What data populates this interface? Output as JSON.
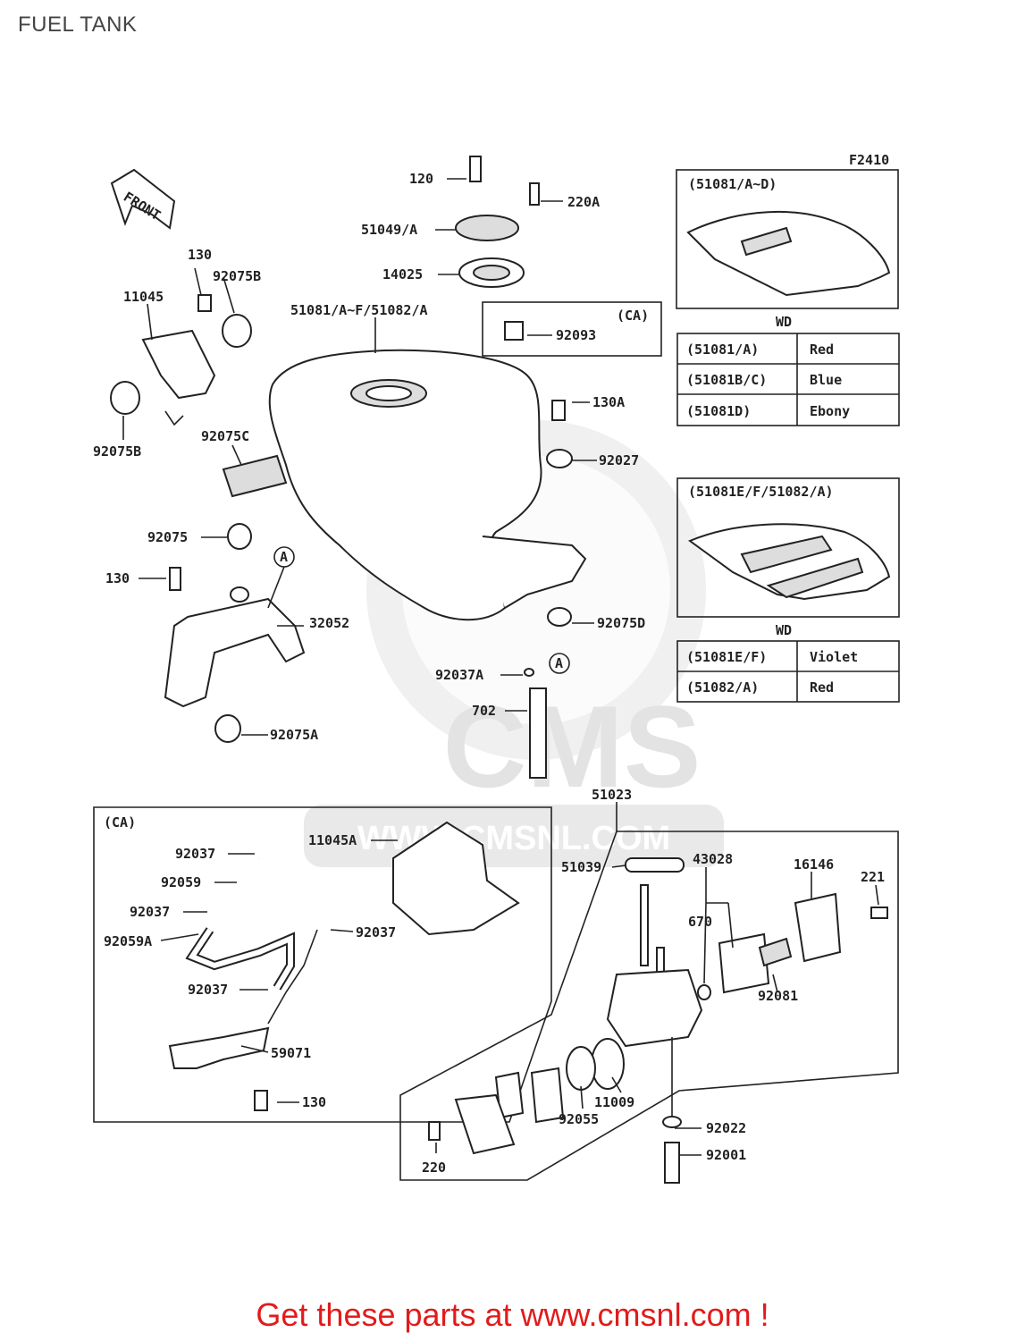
{
  "page": {
    "title": "FUEL TANK",
    "cta": "Get these parts at www.cmsnl.com !"
  },
  "diagram": {
    "figure_code": "F2410",
    "front_label": "FRONT",
    "watermark": {
      "text": "CMS",
      "url": "WWW.CMSNL.COM"
    },
    "callouts": {
      "c120": "120",
      "c220A": "220A",
      "c51049A": "51049/A",
      "c14025": "14025",
      "c92093": "92093",
      "cCA1": "(CA)",
      "c51081": "51081/A~F/51082/A",
      "c130a": "130",
      "c92075Ba": "92075B",
      "c11045": "11045",
      "c92075Bb": "92075B",
      "c92075C": "92075C",
      "c92075": "92075",
      "c130b": "130",
      "cA1": "A",
      "c32052": "32052",
      "c92075A": "92075A",
      "c130A": "130A",
      "c92027": "92027",
      "c92075D": "92075D",
      "cA2": "A",
      "c92037A": "92037A",
      "c702": "702",
      "c51023": "51023",
      "cCA2": "(CA)",
      "c92037a": "92037",
      "c11045A": "11045A",
      "c92059": "92059",
      "c92037b": "92037",
      "c92059A": "92059A",
      "c92037c": "92037",
      "c92037d": "92037",
      "c59071": "59071",
      "c130c": "130",
      "c51039": "51039",
      "c43028": "43028",
      "c16146": "16146",
      "c221": "221",
      "c670": "670",
      "c92081": "92081",
      "c11009": "11009",
      "c92055": "92055",
      "c92022": "92022",
      "c92001": "92001",
      "c220": "220"
    },
    "table1": {
      "header": "(51081/A~D)",
      "caption": "WD",
      "rows": [
        {
          "code": "(51081/A)",
          "color": "Red"
        },
        {
          "code": "(51081B/C)",
          "color": "Blue"
        },
        {
          "code": "(51081D)",
          "color": "Ebony"
        }
      ]
    },
    "table2": {
      "header": "(51081E/F/51082/A)",
      "caption": "WD",
      "rows": [
        {
          "code": "(51081E/F)",
          "color": "Violet"
        },
        {
          "code": "(51082/A)",
          "color": "Red"
        }
      ]
    }
  }
}
